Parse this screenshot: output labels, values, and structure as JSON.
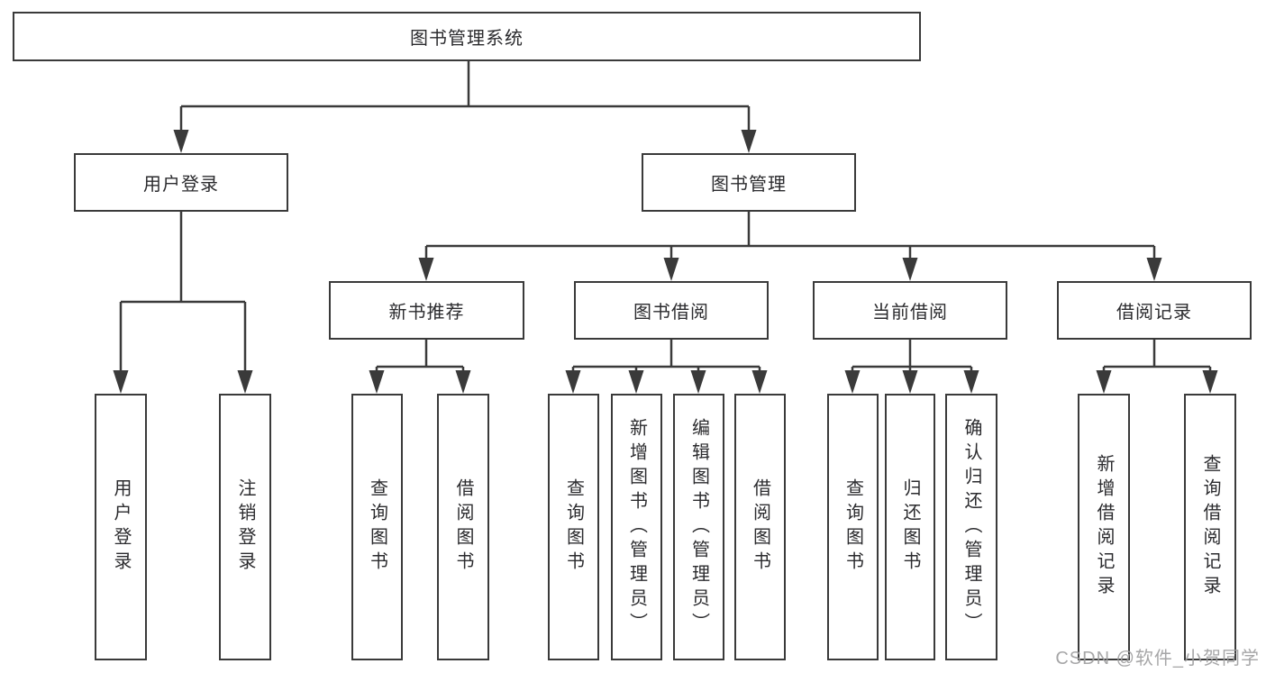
{
  "watermark": {
    "text": "CSDN @软件_小贺同学",
    "color": "#9e9ea0"
  },
  "colors": {
    "background": "#ffffff",
    "box_border": "#3a3a3a",
    "connector_line": "#3a3a3a",
    "text": "#2b2b2e"
  },
  "tree": {
    "root": {
      "label": "图书管理系统"
    },
    "branches": [
      {
        "label": "用户登录",
        "children": [
          {
            "label": "用户登录"
          },
          {
            "label": "注销登录"
          }
        ]
      },
      {
        "label": "图书管理",
        "children": [
          {
            "label": "新书推荐",
            "children": [
              {
                "label": "查询图书"
              },
              {
                "label": "借阅图书"
              }
            ]
          },
          {
            "label": "图书借阅",
            "children": [
              {
                "label": "查询图书"
              },
              {
                "label": "新增图书（管理员）"
              },
              {
                "label": "编辑图书（管理员）"
              },
              {
                "label": "借阅图书"
              }
            ]
          },
          {
            "label": "当前借阅",
            "children": [
              {
                "label": "查询图书"
              },
              {
                "label": "归还图书"
              },
              {
                "label": "确认归还（管理员）"
              }
            ]
          },
          {
            "label": "借阅记录",
            "children": [
              {
                "label": "新增借阅记录"
              },
              {
                "label": "查询借阅记录"
              }
            ]
          }
        ]
      }
    ]
  }
}
